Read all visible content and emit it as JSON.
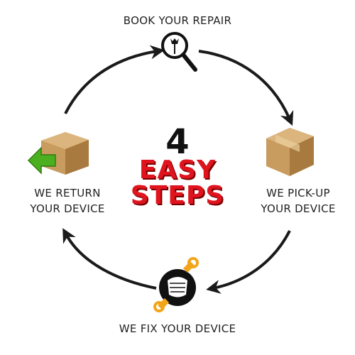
{
  "steps": {
    "top": "BOOK YOUR REPAIR",
    "right_line1": "WE PICK-UP",
    "right_line2": "YOUR DEVICE",
    "bottom": "WE FIX YOUR DEVICE",
    "left_line1": "WE RETURN",
    "left_line2": "YOUR DEVICE"
  },
  "center": {
    "number": "4",
    "line1": "EASY",
    "line2": "STEPS"
  },
  "icons": [
    "wrench-search-icon",
    "cardboard-box-icon",
    "fist-wrench-icon",
    "box-return-arrow-icon"
  ],
  "colors": {
    "arrow": "#1a1a1a",
    "accent_red": "#e0141e",
    "box": "#c89b5e",
    "arrow_green": "#4caf1f",
    "wrench_orange": "#f2a51a"
  }
}
